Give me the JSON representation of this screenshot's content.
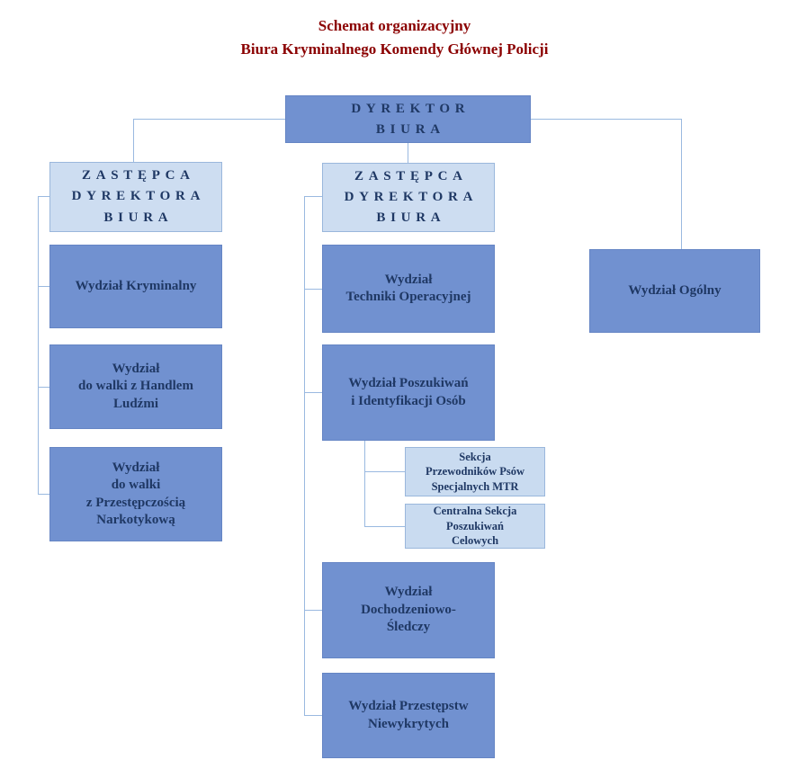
{
  "title": {
    "line1": "Schemat organizacyjny",
    "line2": "Biura Kryminalnego Komendy Głównej Policji"
  },
  "nodes": {
    "director": {
      "lines": [
        "DYREKTOR",
        "BIURA"
      ]
    },
    "deputy_left": {
      "lines": [
        "ZASTĘPCA",
        "DYREKTORA",
        "BIURA"
      ]
    },
    "deputy_center": {
      "lines": [
        "ZASTĘPCA",
        "DYREKTORA",
        "BIURA"
      ]
    },
    "wydzial_kryminalny": {
      "lines": [
        "Wydział Kryminalny"
      ]
    },
    "wydzial_handel": {
      "lines": [
        "Wydział",
        "do walki z Handlem",
        "Ludźmi"
      ]
    },
    "wydzial_narkotyki": {
      "lines": [
        "Wydział",
        "do walki",
        "z Przestępczością",
        "Narkotykową"
      ]
    },
    "wydzial_techniki": {
      "lines": [
        "Wydział",
        "Techniki Operacyjnej"
      ]
    },
    "wydzial_poszukiwan": {
      "lines": [
        "Wydział Poszukiwań",
        "i Identyfikacji Osób"
      ]
    },
    "sekcja_psow": {
      "lines": [
        "Sekcja",
        "Przewodników Psów",
        "Specjalnych MTR"
      ]
    },
    "sekcja_centralna": {
      "lines": [
        "Centralna Sekcja",
        "Poszukiwań",
        "Celowych"
      ]
    },
    "wydzial_dochodzeniowo": {
      "lines": [
        "Wydział",
        "Dochodzeniowo-",
        "Śledczy"
      ]
    },
    "wydzial_przestepstw": {
      "lines": [
        "Wydział Przestępstw",
        "Niewykrytych"
      ]
    },
    "wydzial_ogolny": {
      "lines": [
        "Wydział Ogólny"
      ]
    }
  },
  "colors": {
    "box_primary": "#7191d0",
    "box_light": "#cdddf1",
    "connector": "#9ab9e0",
    "box_text": "#1f3864",
    "title_text": "#8b0000"
  }
}
